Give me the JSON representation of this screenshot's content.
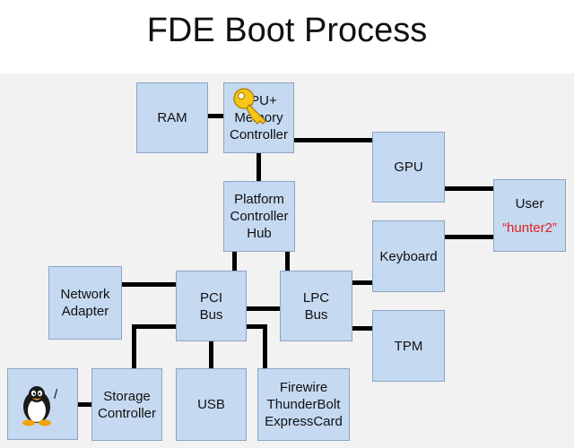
{
  "title": "FDE Boot Process",
  "nodes": {
    "ram": "RAM",
    "cpu": [
      "CPU+",
      "Memory",
      "Controller"
    ],
    "gpu": "GPU",
    "user": [
      "User",
      "“hunter2”"
    ],
    "pch": [
      "Platform",
      "Controller",
      "Hub"
    ],
    "keyboard": "Keyboard",
    "network": [
      "Network",
      "Adapter"
    ],
    "pci": [
      "PCI",
      "Bus"
    ],
    "lpc": [
      "LPC",
      "Bus"
    ],
    "tpm": "TPM",
    "os": "/",
    "storage": [
      "Storage",
      "Controller"
    ],
    "usb": "USB",
    "firewire": [
      "Firewire",
      "ThunderBolt",
      "ExpressCard"
    ]
  },
  "colors": {
    "box_fill": "#c5d9f1",
    "box_border": "#8aa4c4",
    "password": "#e02020",
    "key": "#f5c518"
  },
  "icons": [
    "key-icon",
    "tux-penguin-icon"
  ]
}
